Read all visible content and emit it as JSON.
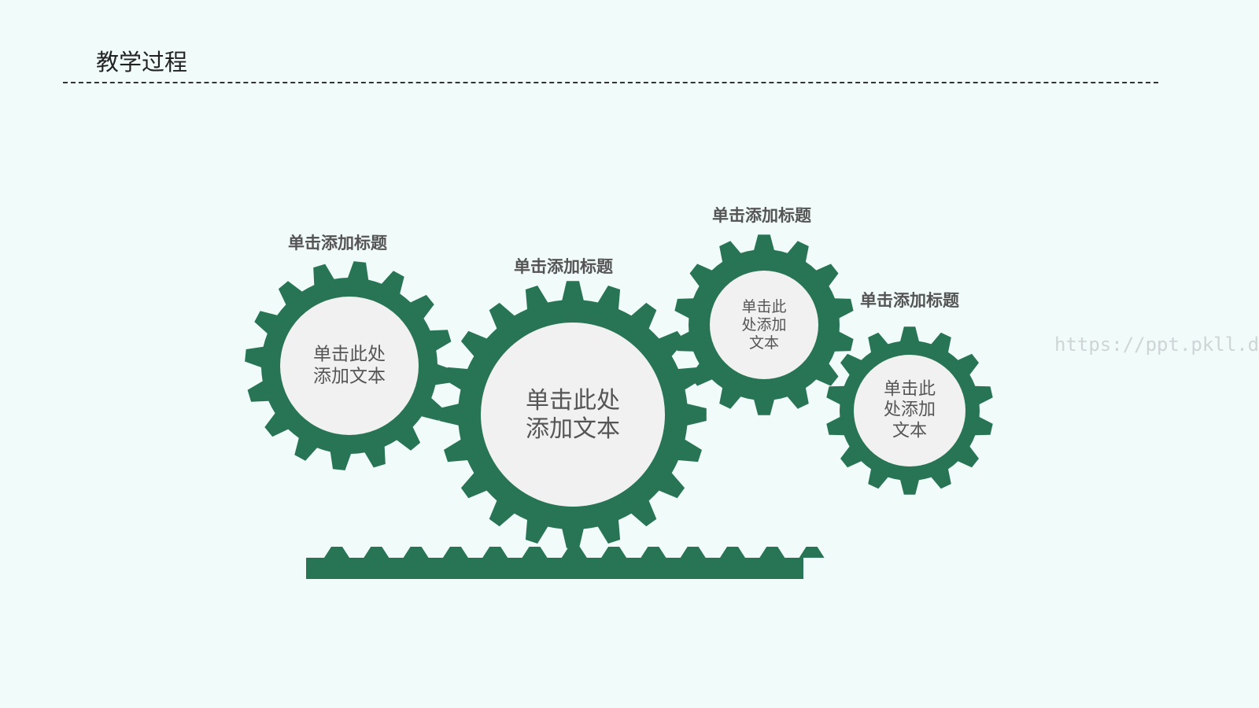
{
  "slide": {
    "title": "教学过程",
    "watermark": "https://ppt.pkll.de",
    "colors": {
      "gear": "#287556",
      "gear_center": "#f2f1f1",
      "background": "#f1fbfa",
      "text": "#555555"
    },
    "gears": [
      {
        "title": "单击添加标题",
        "body": "单击此处\n添加文本"
      },
      {
        "title": "单击添加标题",
        "body": "单击此处\n添加文本"
      },
      {
        "title": "单击添加标题",
        "body": "单击此\n处添加\n文本"
      },
      {
        "title": "单击添加标题",
        "body": "单击此\n处添加\n文本"
      }
    ]
  }
}
